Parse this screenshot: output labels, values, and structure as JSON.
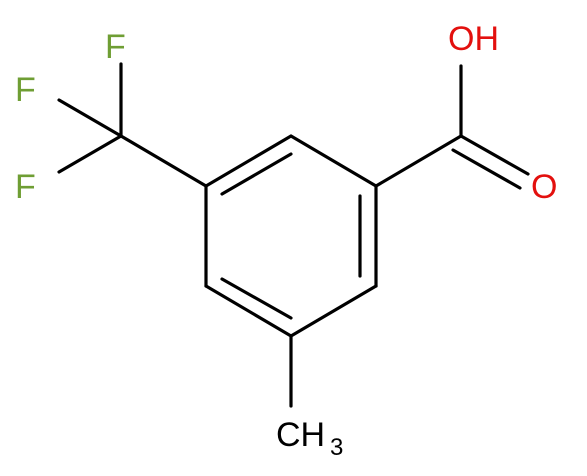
{
  "colors": {
    "bond": "#000000",
    "fluorine": "#6f9e34",
    "oxygen": "#e3100e",
    "carbon": "#000000"
  },
  "labels": {
    "f1": "F",
    "f2": "F",
    "f3": "F",
    "hydroxyl": "OH",
    "carbonyl_o": "O",
    "methyl_main": "CH",
    "methyl_sub": "3"
  }
}
